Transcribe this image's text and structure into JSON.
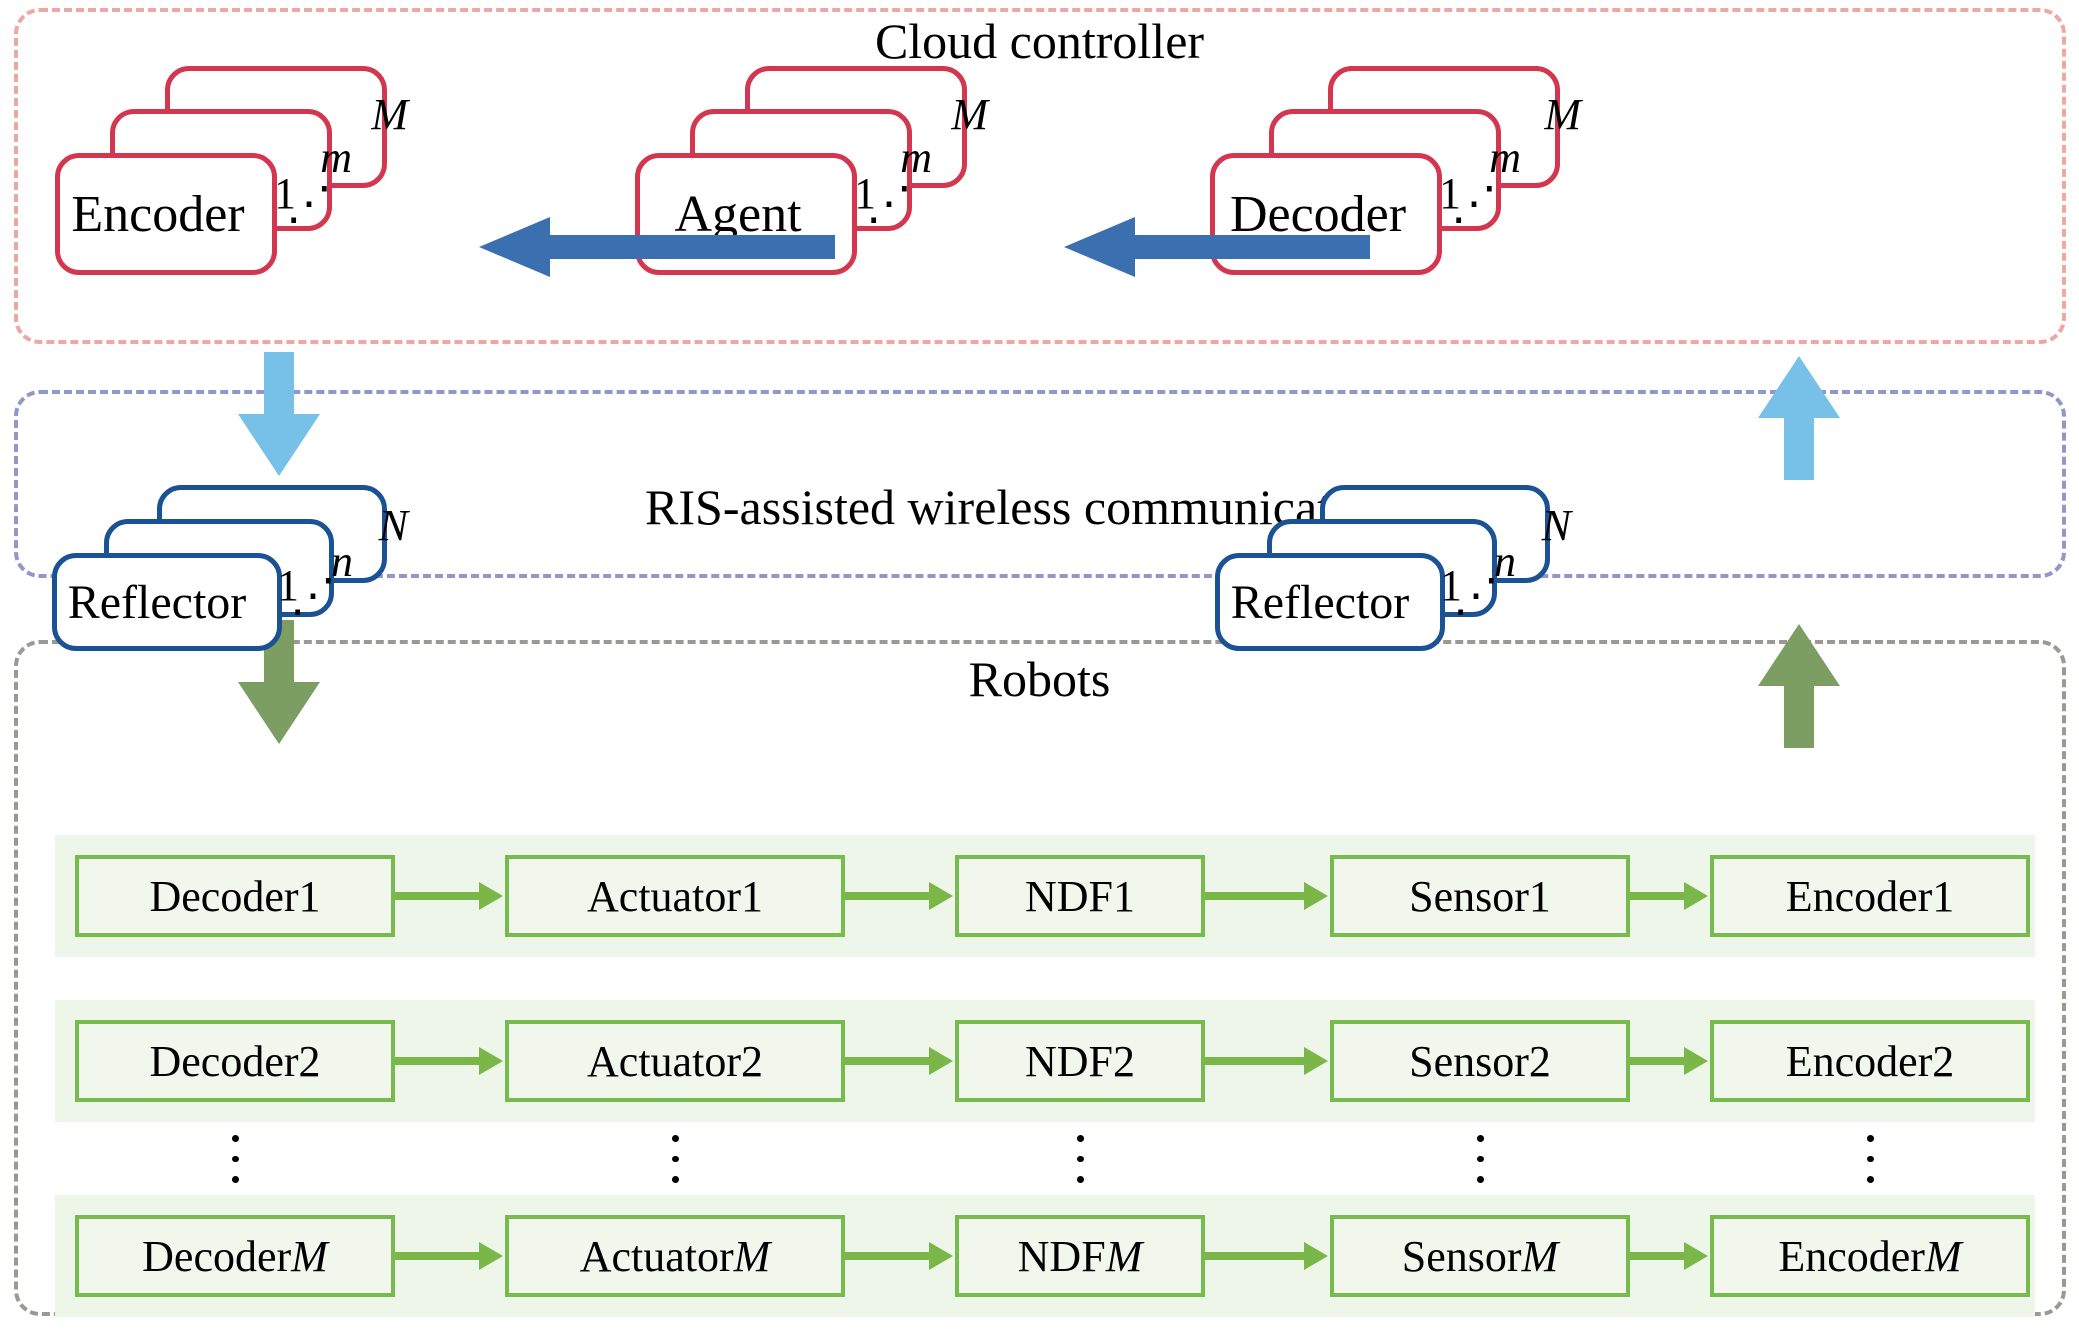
{
  "sections": {
    "cloud": {
      "title": "Cloud controller"
    },
    "ris": {
      "title": "RIS-assisted wireless communication"
    },
    "robots": {
      "title": "Robots"
    }
  },
  "cloud_blocks": [
    {
      "label": "Encoder",
      "index_bottom": "1",
      "index_mid": "m",
      "index_top": "M",
      "dots": "⋰"
    },
    {
      "label": "Agent",
      "index_bottom": "1",
      "index_mid": "m",
      "index_top": "M",
      "dots": "⋰"
    },
    {
      "label": "Decoder",
      "index_bottom": "1",
      "index_mid": "m",
      "index_top": "M",
      "dots": "⋰"
    }
  ],
  "ris_blocks": [
    {
      "label": "Reflector",
      "index_bottom": "1",
      "index_mid": "n",
      "index_top": "N",
      "dots": "⋰"
    },
    {
      "label": "Reflector",
      "index_bottom": "1",
      "index_mid": "n",
      "index_top": "N",
      "dots": "⋰"
    }
  ],
  "robot_rows": [
    {
      "id": "1",
      "cells": [
        {
          "name": "Decoder",
          "suffix": "1",
          "italic": false
        },
        {
          "name": "Actuator",
          "suffix": "1",
          "italic": false
        },
        {
          "name": "NDF",
          "suffix": "1",
          "italic": false
        },
        {
          "name": "Sensor",
          "suffix": "1",
          "italic": false
        },
        {
          "name": "Encoder",
          "suffix": "1",
          "italic": false
        }
      ]
    },
    {
      "id": "2",
      "cells": [
        {
          "name": "Decoder",
          "suffix": "2",
          "italic": false
        },
        {
          "name": "Actuator",
          "suffix": "2",
          "italic": false
        },
        {
          "name": "NDF",
          "suffix": "2",
          "italic": false
        },
        {
          "name": "Sensor",
          "suffix": "2",
          "italic": false
        },
        {
          "name": "Encoder",
          "suffix": "2",
          "italic": false
        }
      ]
    },
    {
      "id": "M",
      "cells": [
        {
          "name": "Decoder",
          "suffix": "M",
          "italic": true
        },
        {
          "name": "Actuator",
          "suffix": "M",
          "italic": true
        },
        {
          "name": "NDF",
          "suffix": "M",
          "italic": true
        },
        {
          "name": "Sensor",
          "suffix": "M",
          "italic": true
        },
        {
          "name": "Encoder",
          "suffix": "M",
          "italic": true
        }
      ]
    }
  ],
  "column_ellipsis": "⋮",
  "flows": {
    "decoder_to_agent": "arrow-left-thick",
    "agent_to_encoder": "arrow-left-thick",
    "encoder_down_to_reflector": "arrow-down",
    "reflector_up_to_decoder": "arrow-up",
    "reflector_down_to_robots": "arrow-down",
    "robots_up_to_reflector": "arrow-up"
  },
  "colors": {
    "cloud_frame": "#eda8a4",
    "ris_frame": "#9097c9",
    "robots_frame": "#9a9a90",
    "card_red": "#d2374f",
    "card_blue": "#1b5293",
    "arrow_dark_blue": "#3a6fb0",
    "arrow_light_blue": "#77c0e8",
    "arrow_green": "#7d9e63",
    "robot_box": "#77bb4e",
    "robot_band": "#eef5e9"
  }
}
